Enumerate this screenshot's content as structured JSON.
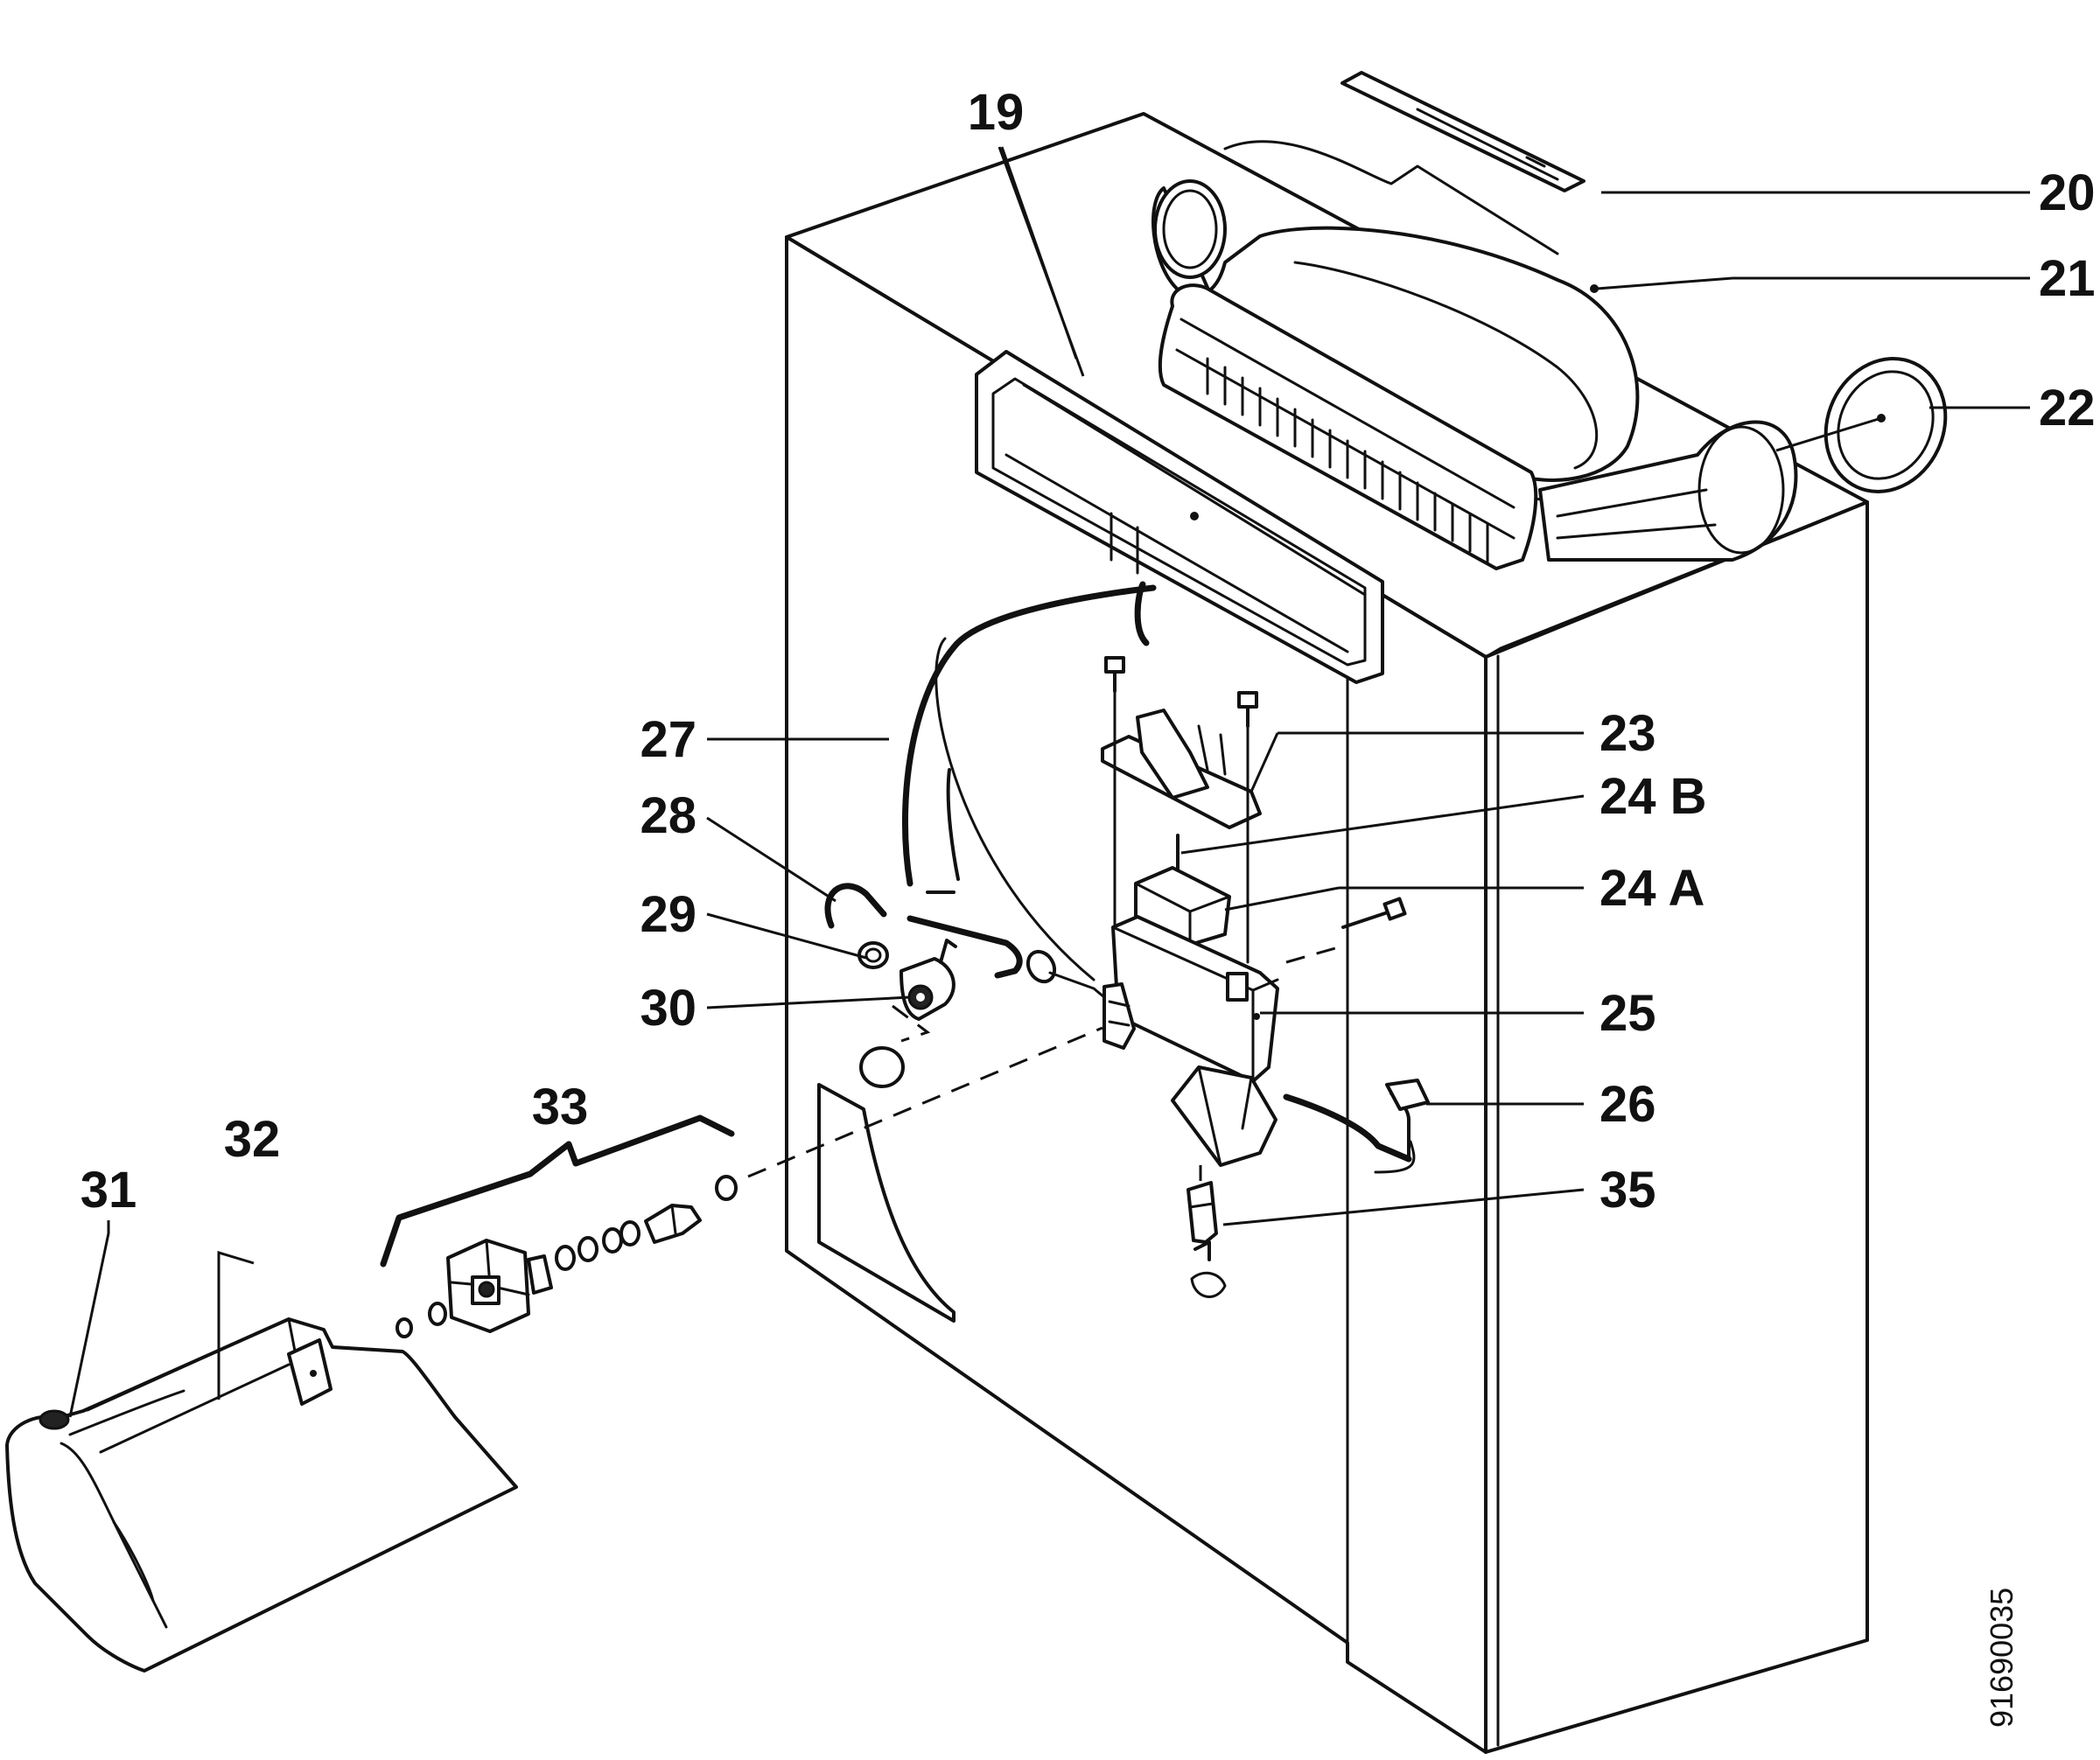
{
  "figure": {
    "document_number": "91690035"
  },
  "callouts": [
    {
      "id": "c19",
      "text": "19"
    },
    {
      "id": "c20",
      "text": "20"
    },
    {
      "id": "c21",
      "text": "21"
    },
    {
      "id": "c22",
      "text": "22"
    },
    {
      "id": "c23",
      "text": "23"
    },
    {
      "id": "c24b",
      "text": "24 B"
    },
    {
      "id": "c24a",
      "text": "24 A"
    },
    {
      "id": "c25",
      "text": "25"
    },
    {
      "id": "c26",
      "text": "26"
    },
    {
      "id": "c35",
      "text": "35"
    },
    {
      "id": "c27",
      "text": "27"
    },
    {
      "id": "c28",
      "text": "28"
    },
    {
      "id": "c29",
      "text": "29"
    },
    {
      "id": "c30",
      "text": "30"
    },
    {
      "id": "c33",
      "text": "33"
    },
    {
      "id": "c32",
      "text": "32"
    },
    {
      "id": "c31",
      "text": "31"
    }
  ]
}
